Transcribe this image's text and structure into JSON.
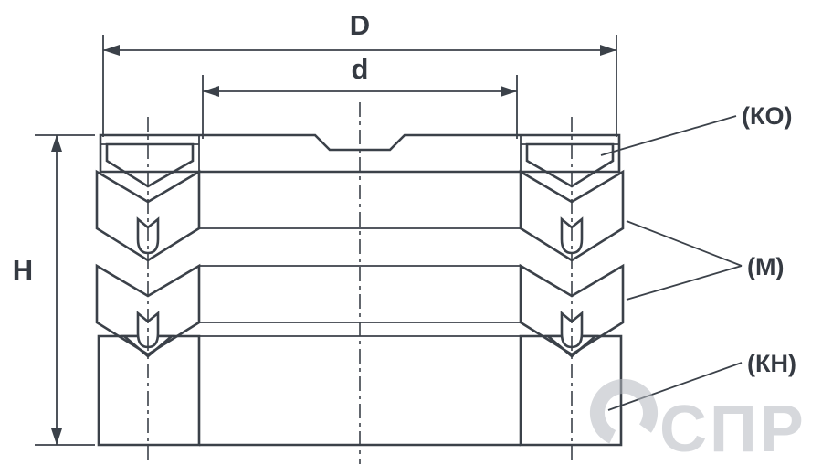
{
  "diagram": {
    "title": "chevron-seal-packing-set-cross-section",
    "dimensions": {
      "outer_diameter": "D",
      "inner_diameter": "d",
      "height": "H"
    },
    "callouts": {
      "top_ring": "(КО)",
      "seal_rings": "(М)",
      "bottom_ring": "(КН)"
    },
    "watermark": {
      "text": "СПР"
    },
    "colors": {
      "seal_fill": "#FFD21E",
      "line": "#3B4149",
      "watermark": "#B5B9C0"
    }
  }
}
